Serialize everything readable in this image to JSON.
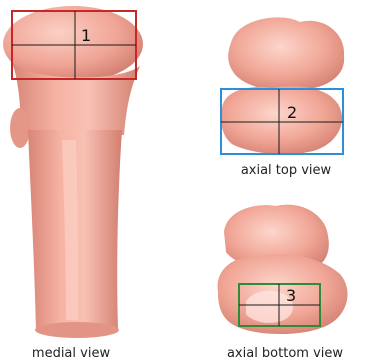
{
  "views": {
    "medial": {
      "label": "medial view"
    },
    "axial_top": {
      "label": "axial top view"
    },
    "axial_bottom": {
      "label": "axial bottom view"
    }
  },
  "boxes": [
    {
      "number": "1",
      "color": "#c62828"
    },
    {
      "number": "2",
      "color": "#2e8fd8"
    },
    {
      "number": "3",
      "color": "#2e8b3a"
    }
  ],
  "colors": {
    "bone": "#f2a89a",
    "bone_shadow": "#d98878",
    "bone_highlight": "#fbd2c8",
    "crosshair": "#1a1a1a"
  }
}
